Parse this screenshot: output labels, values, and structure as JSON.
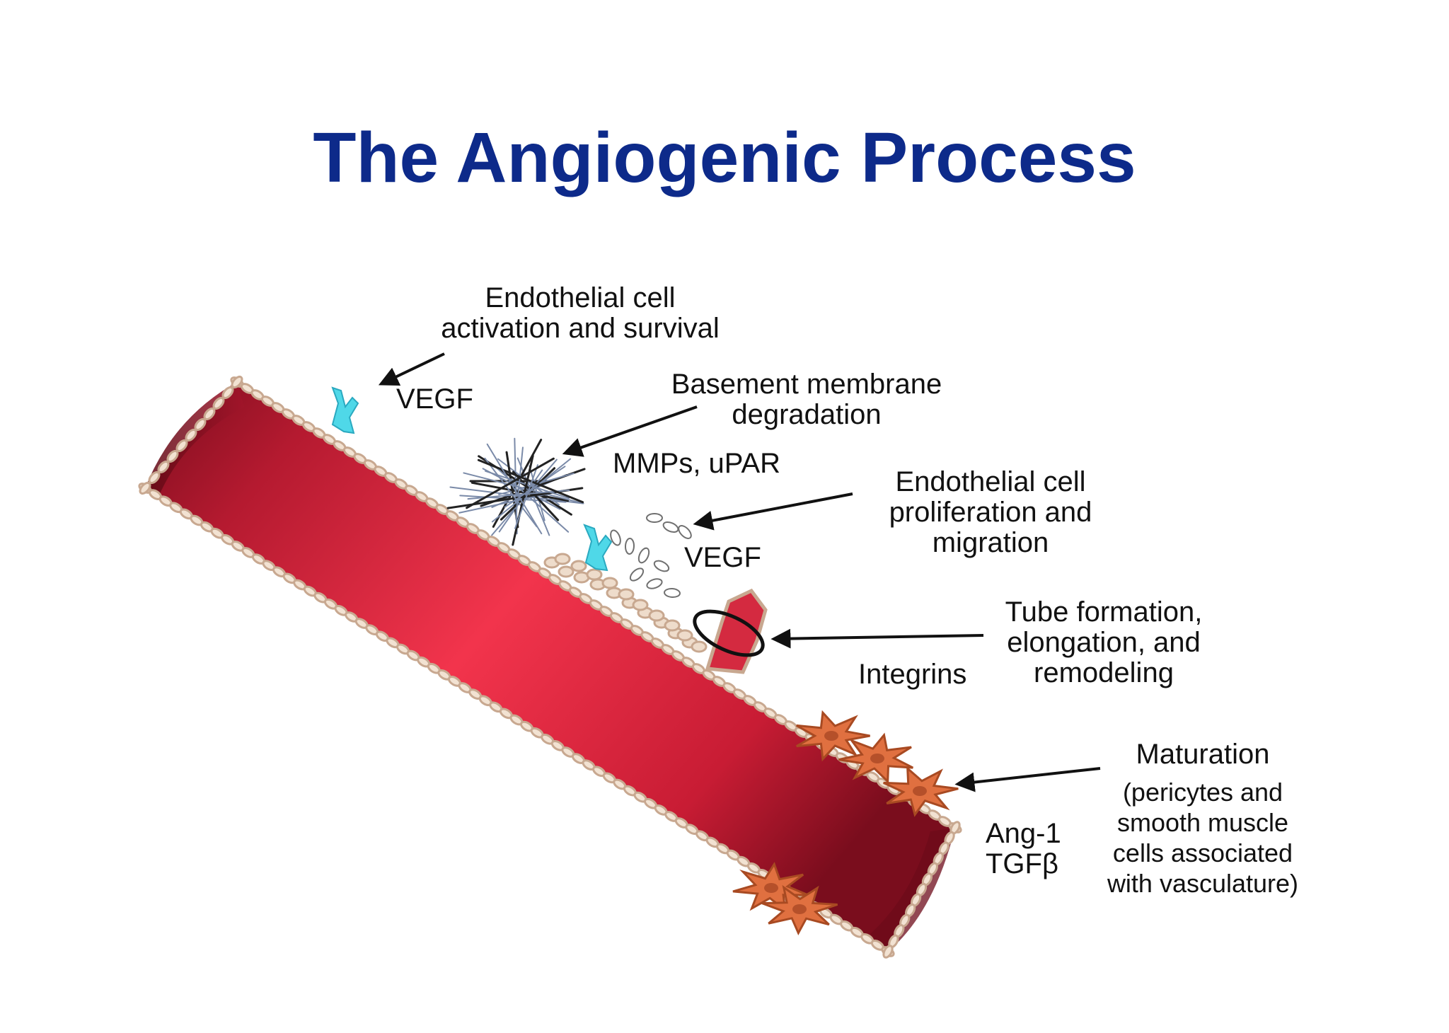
{
  "title": "The Angiogenic Process",
  "colors": {
    "title": "#0d2a8a",
    "vessel_dark": "#7a0d1d",
    "vessel_mid": "#c81c34",
    "vessel_light": "#f2344c",
    "cell_border": "#c8a890",
    "vegf_receptor": "#4fd8e8",
    "pericyte": "#e07040",
    "arrow": "#111111"
  },
  "steps": [
    {
      "id": "activation",
      "title_lines": [
        "Endothelial cell",
        "activation and survival"
      ],
      "factor": "VEGF"
    },
    {
      "id": "degradation",
      "title_lines": [
        "Basement membrane",
        "degradation"
      ],
      "factor": "MMPs, uPAR"
    },
    {
      "id": "proliferation",
      "title_lines": [
        "Endothelial cell",
        "proliferation and",
        "migration"
      ],
      "factor": "VEGF"
    },
    {
      "id": "tube",
      "title_lines": [
        "Tube formation,",
        "elongation, and",
        "remodeling"
      ],
      "factor": "Integrins"
    },
    {
      "id": "maturation",
      "title_lines": [
        "Maturation"
      ],
      "detail_lines": [
        "(pericytes and",
        "smooth muscle",
        "cells associated",
        "with vasculature)"
      ],
      "factor_lines": [
        "Ang-1",
        "TGFβ"
      ]
    }
  ]
}
